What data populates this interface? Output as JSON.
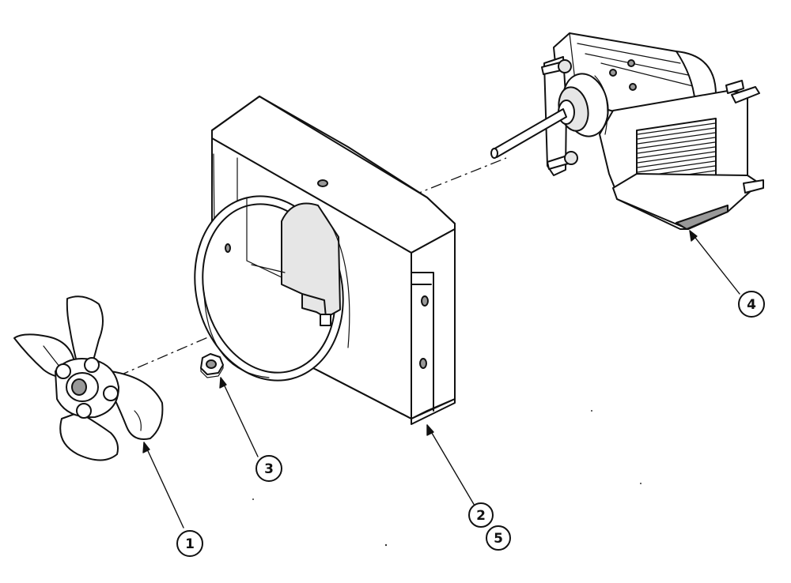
{
  "callouts": [
    {
      "id": "fan-blade",
      "label": "1"
    },
    {
      "id": "fan-housing",
      "label": "2"
    },
    {
      "id": "nut",
      "label": "3"
    },
    {
      "id": "motor",
      "label": "4"
    },
    {
      "id": "fan-housing-alt",
      "label": "5"
    }
  ]
}
